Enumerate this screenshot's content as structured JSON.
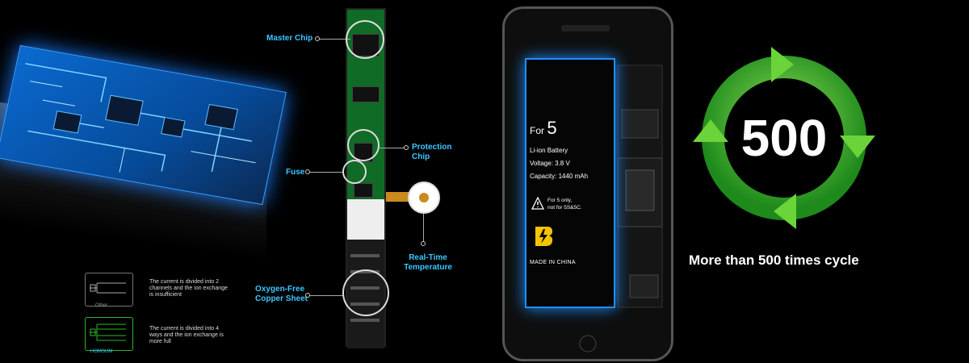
{
  "callouts": {
    "master_chip": "Master Chip",
    "protection_chip_line1": "Protection",
    "protection_chip_line2": "Chip",
    "fuse": "Fuse",
    "realtime_line1": "Real-Time",
    "realtime_line2": "Temperature",
    "oxygen_line1": "Oxygen-Free",
    "oxygen_line2": "Copper Sheet"
  },
  "legend": {
    "other_label": "Other",
    "other_text_line1": "The current is divided into 2",
    "other_text_line2": "channels and the ion exchange",
    "other_text_line3": "is insufficient",
    "homsum_label": "HOMSUM",
    "homsum_text_line1": "The current is divided into 4",
    "homsum_text_line2": "ways and the ion exchange is",
    "homsum_text_line3": "more full"
  },
  "battery_label": {
    "for_word": "For",
    "for_model": "5",
    "type": "Li-ion Battery",
    "voltage": "Voltage: 3.8 V",
    "capacity": "Capacity: 1440 mAh",
    "warning_line1": "For 5 only,",
    "warning_line2": "not for 5S&5C.",
    "made_in": "MADE IN CHINA"
  },
  "cycle": {
    "count": "500",
    "caption": "More than 500 times cycle"
  },
  "colors": {
    "accent_blue": "#3cc8ff",
    "battery_glow": "#1f8fff",
    "cycle_green": "#2fb52a",
    "logo_yellow": "#f5c400"
  }
}
